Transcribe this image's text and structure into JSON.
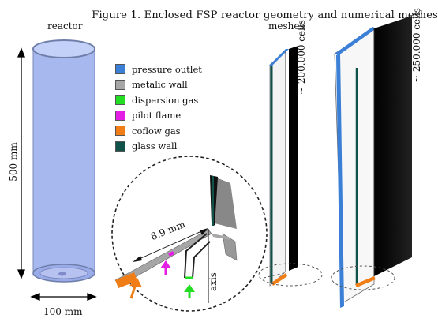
{
  "title": "Figure 1. Enclosed FSP reactor geometry and numerical meshes",
  "labels": {
    "reactor": "reactor",
    "meshes": "meshes",
    "height": "500 mm",
    "width": "100 mm",
    "cells_coarse": "~ 200.000 cells",
    "cells_fine": "~ 250.000 cells",
    "distance": "8.9 mm",
    "axis": "axis"
  },
  "legend": [
    {
      "label": "pressure outlet",
      "color": "#3b7fd6"
    },
    {
      "label": "metalic wall",
      "color": "#a6a6a6"
    },
    {
      "label": "dispersion gas",
      "color": "#22dd22"
    },
    {
      "label": "pilot flame",
      "color": "#e51ee5"
    },
    {
      "label": "coflow gas",
      "color": "#f07d16"
    },
    {
      "label": "glass wall",
      "color": "#0f5249"
    }
  ]
}
